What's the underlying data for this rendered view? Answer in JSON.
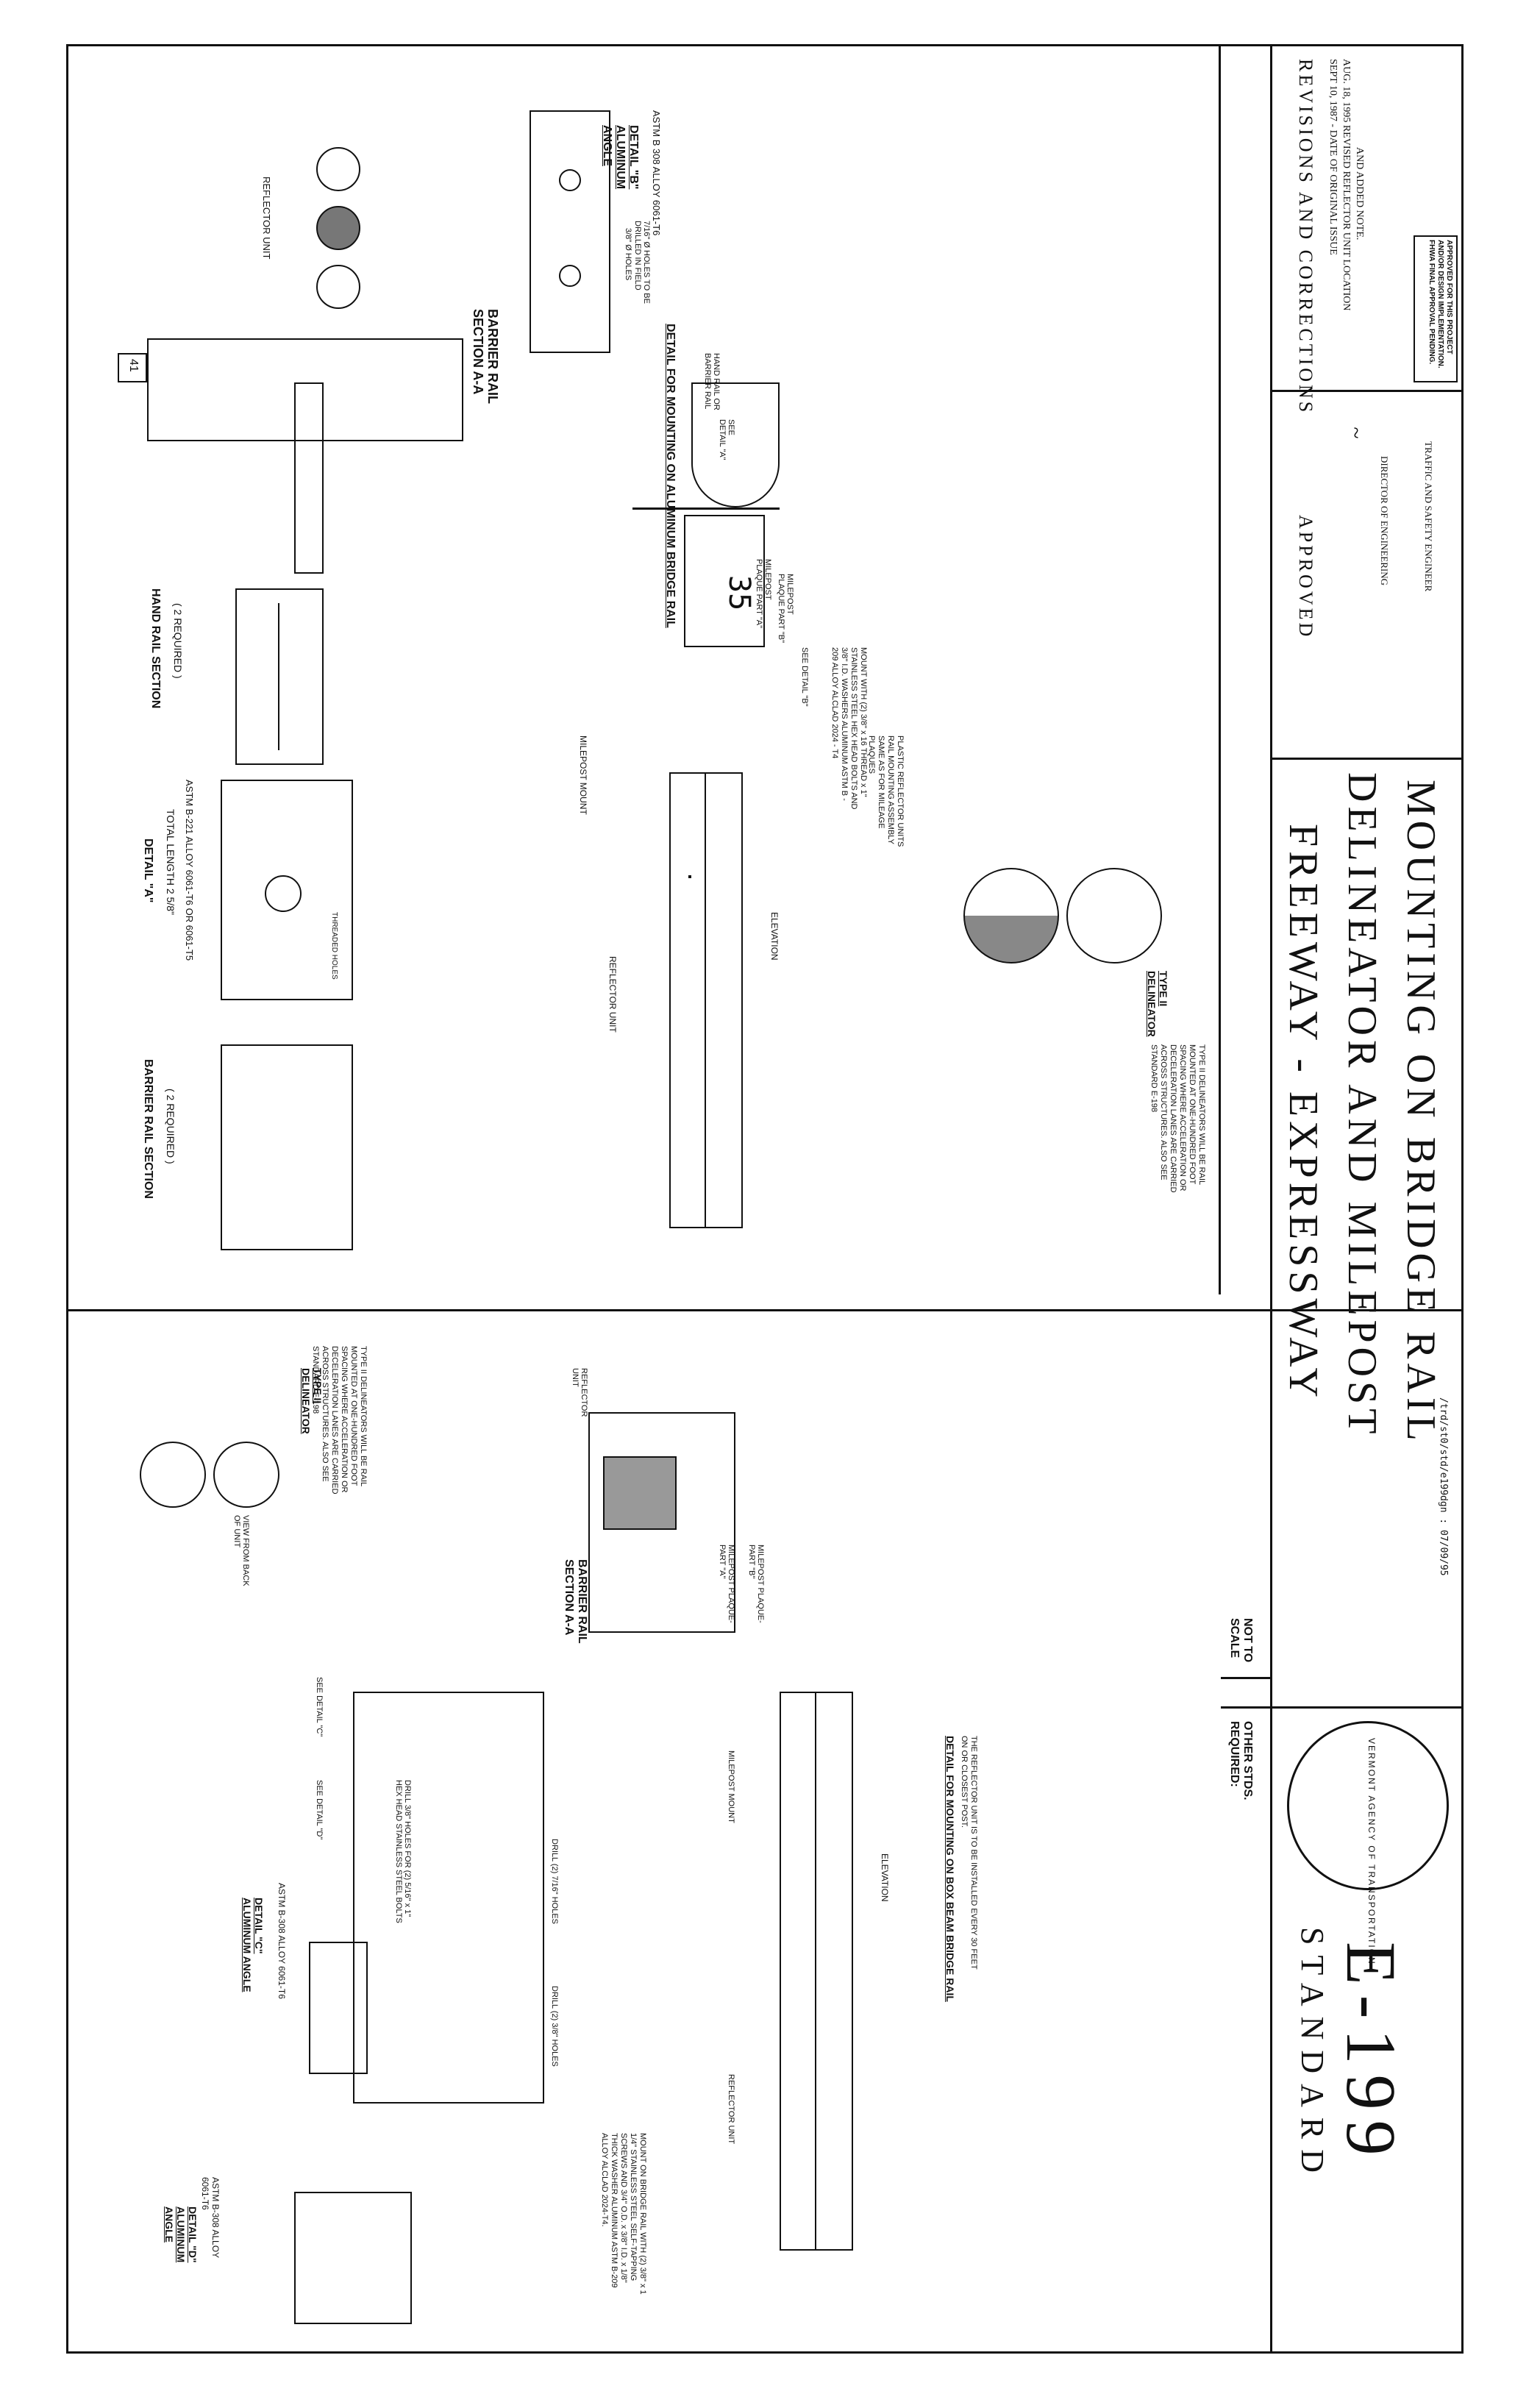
{
  "title_block": {
    "line1": "FREEWAY - EXPRESSWAY",
    "line2": "DELINEATOR AND MILEPOST",
    "line3": "MOUNTING ON BRIDGE RAIL",
    "standard_label": "STANDARD",
    "standard_number": "E-199",
    "scale_note": "NOT TO SCALE",
    "other_stds": "OTHER STDS. REQUIRED:",
    "file_ref": "/trd/st0/std/e199dgn : 07/09/95",
    "agency_seal": "VERMONT AGENCY OF TRANSPORTATION"
  },
  "revisions": {
    "heading": "REVISIONS AND CORRECTIONS",
    "entry1": "SEPT 10, 1987 - DATE OF ORIGINAL ISSUE",
    "entry2": "AUG. 18, 1995   REVISED REFLECTOR UNIT LOCATION",
    "entry3": "AND ADDED NOTE.",
    "approval_box": "APPROVED FOR THIS PROJECT AND/OR DESIGN IMPLEMENTATION. FHWA FINAL APPROVAL PENDING."
  },
  "approved": {
    "heading": "APPROVED",
    "sig1_title": "DIRECTOR OF ENGINEERING",
    "sig2_title": "TRAFFIC AND SAFETY ENGINEER"
  },
  "details": {
    "barrier_rail_a": "BARRIER RAIL SECTION A-A",
    "reflector_unit": "REFLECTOR UNIT",
    "detail_b_title": "DETAIL \"B\" ALUMINUM ANGLE",
    "detail_b_spec": "ASTM B 308 ALLOY 6061-T6",
    "detail_b_holes": "3/8\" Ø HOLES",
    "detail_b_drill": "7/16\" Ø HOLES TO BE DRILLED IN FIELD",
    "detail_mount_al": "DETAIL FOR MOUNTING ON ALUMINUM BRIDGE RAIL",
    "hand_rail": "HAND RAIL OR BARRIER RAIL",
    "see_detail_a": "SEE DETAIL \"A\"",
    "see_detail_b": "SEE DETAIL \"B\"",
    "milepost_a": "MILEPOST PLAQUE PART \"A\"",
    "milepost_b": "MILEPOST PLAQUE PART \"B\"",
    "mount_note": "MOUNT WITH (2) 3/8\" x 16 THREAD x 1\" STAINLESS STEEL HEX HEAD BOLTS AND 3/8\" I.D. WASHERS ALUMINUM ASTM B - 209 ALLOY ALCLAD 2024 - T4",
    "hand_rail_section": "HAND RAIL SECTION",
    "hand_rail_req": "( 2 REQUIRED )",
    "detail_a_title": "DETAIL \"A\"",
    "detail_a_len": "TOTAL LENGTH 2 5/8\"",
    "detail_a_spec": "ASTM B-221 ALLOY 6061-T6 OR 6061-T5",
    "threaded_holes": "THREADED HOLES",
    "barrier_rail_section": "BARRIER RAIL SECTION",
    "barrier_rail_req": "( 2 REQUIRED )",
    "milepost_mount": "MILEPOST MOUNT",
    "elevation": "ELEVATION",
    "type2_title": "TYPE II DELINEATOR",
    "type2_note": "TYPE II DELINEATORS WILL BE RAIL MOUNTED AT ONE-HUNDRED FOOT SPACING WHERE ACCELERATION OR DECELERATION LANES ARE CARRIED ACROSS STRUCTURES. ALSO SEE STANDARD E-198",
    "plastic_reflector": "PLASTIC REFLECTOR UNITS RAIL MOUNTING ASSEMBLY SAME AS FOR MILEAGE PLAQUES",
    "view_from_back": "VIEW FROM BACK OF UNIT",
    "detail_c_title": "DETAIL \"C\" ALUMINUM ANGLE",
    "detail_c_spec": "ASTM B-308 ALLOY 6061-T6",
    "detail_d_title": "DETAIL \"D\" ALUMINUM ANGLE",
    "detail_d_spec": "ASTM B-308 ALLOY 6061-T6",
    "see_detail_c": "SEE DETAIL \"C\"",
    "see_detail_d": "SEE DETAIL \"D\"",
    "drill_holes": "DRILL (2) 7/16\" HOLES",
    "drill_holes2": "DRILL (2) 3/8\" HOLES",
    "drill_note": "DRILL 3/8\" HOLES FOR (2) 5/16\" x 1\" HEX HEAD STAINLESS STEEL BOLTS",
    "box_beam_mount": "DETAIL FOR MOUNTING ON BOX BEAM BRIDGE RAIL",
    "box_beam_note": "THE REFLECTOR UNIT IS TO BE INSTALLED EVERY 30 FEET ON OR CLOSEST POST.",
    "mount_box_note": "MOUNT ON BRIDGE RAIL WITH (2) 3/8\" x 1 1/4\" STAINLESS STEEL SELF-TAPPING SCREWS AND 3/4\" O.D. x 3/8\" I.D. x 1/8\" THICK WASHER ALUMINUM ASTM B-209 ALLOY ALCLAD 2024-T4.",
    "milepost_b2": "MILEPOST PLAQUE-PART \"B\"",
    "milepost_a2": "MILEPOST PLAQUE-PART \"A\"",
    "plaque_41": "41",
    "plaque_35": "35"
  }
}
